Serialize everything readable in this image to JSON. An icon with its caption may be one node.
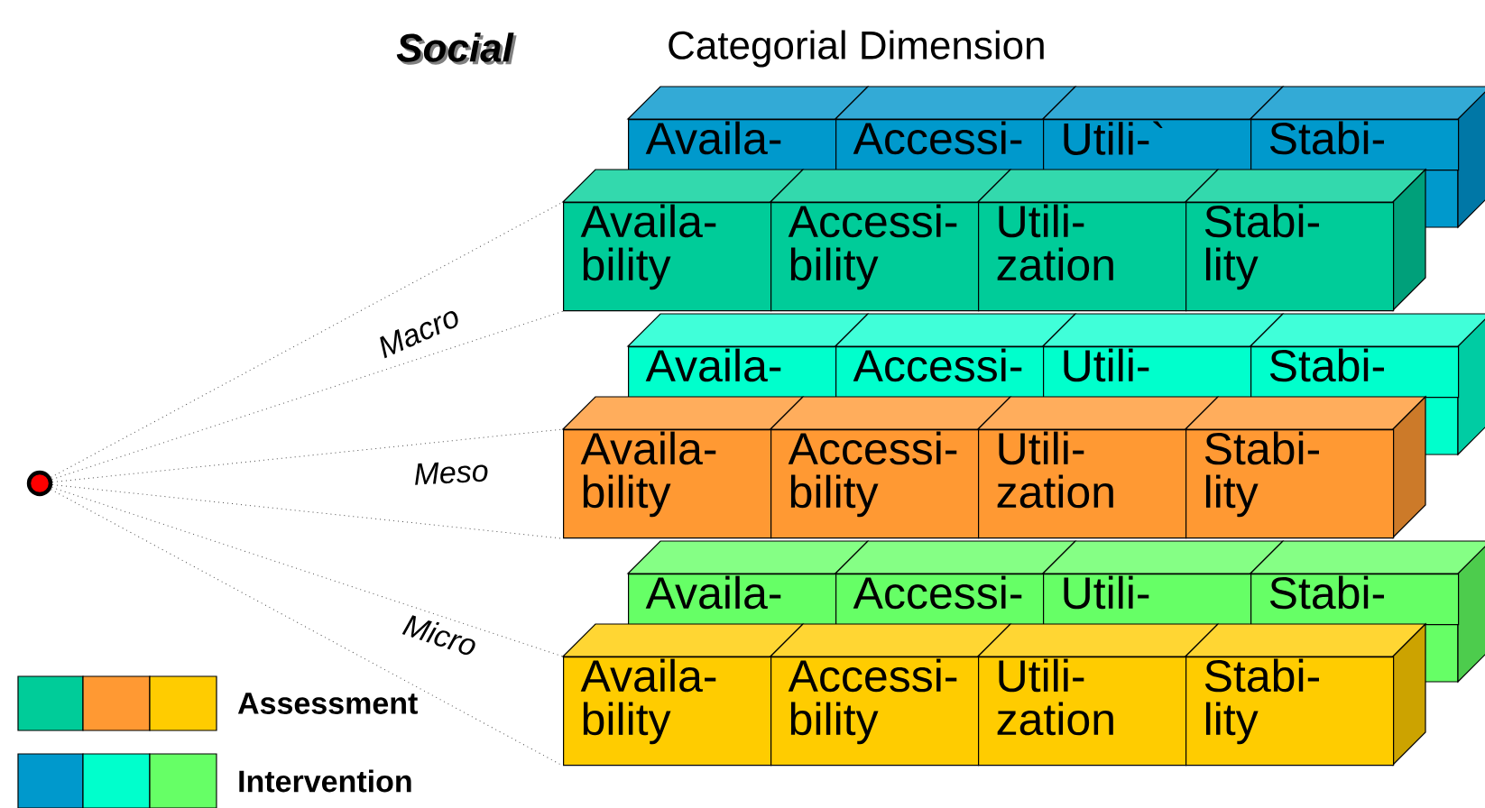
{
  "diagram": {
    "title": "Categorial Dimension",
    "nodes": [
      {
        "text": [
          "Availa-"
        ]
      },
      {
        "text": [
          "Accessi-"
        ]
      },
      {
        "text": [
          "Utili-`"
        ]
      },
      {
        "text": [
          "Stabi-"
        ]
      },
      {
        "text": [
          "Availa- bility"
        ]
      },
      {
        "text": [
          "Accessi- bility"
        ]
      },
      {
        "text": [
          "Utili- zation"
        ]
      },
      {
        "text": [
          "Stabi- lity"
        ]
      },
      {
        "text": [
          "Availa-"
        ]
      },
      {
        "text": [
          "Accessi-"
        ]
      },
      {
        "text": [
          "Utili-"
        ]
      },
      {
        "text": [
          "Stabi-"
        ]
      },
      {
        "text": [
          "Availa- bility"
        ]
      },
      {
        "text": [
          "Accessi- bility"
        ]
      },
      {
        "text": [
          "Utili- zation"
        ]
      },
      {
        "text": [
          "Stabi- lity"
        ]
      },
      {
        "text": [
          "Availa-"
        ]
      },
      {
        "text": [
          "Accessi-"
        ]
      },
      {
        "text": [
          "Utili-"
        ]
      },
      {
        "text": [
          "Stabi-"
        ]
      },
      {
        "text": [
          "Availa- bility"
        ]
      },
      {
        "text": [
          "Accessi- bility"
        ]
      },
      {
        "text": [
          "Utili- zation"
        ]
      },
      {
        "text": [
          "Stabi- lity"
        ]
      },
      {
        "text": [],
        "shape": "circle"
      }
    ],
    "edges": [
      {
        "from": 24,
        "to": 4,
        "arrow": "none",
        "style": "dashed"
      },
      {
        "from": 24,
        "to": 4,
        "arrow": "none",
        "style": "dashed"
      },
      {
        "from": 24,
        "to": 12,
        "arrow": "none",
        "style": "dashed"
      },
      {
        "from": 24,
        "to": 12,
        "arrow": "none",
        "style": "dashed"
      },
      {
        "from": 24,
        "to": 20,
        "arrow": "none",
        "style": "dashed"
      },
      {
        "from": 24,
        "to": 20,
        "arrow": "none",
        "style": "dashed"
      }
    ],
    "labels": [
      "Social",
      "Macro",
      "Meso",
      "Micro"
    ],
    "legend": [
      {
        "text": "Assessment",
        "color": "#00cc99"
      },
      {
        "text": "Intervention",
        "color": "#0099cc"
      }
    ]
  }
}
